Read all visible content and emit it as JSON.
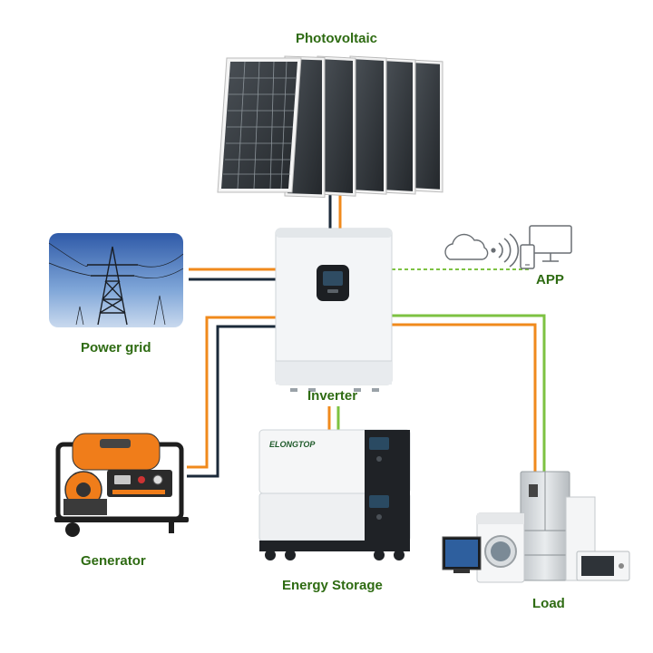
{
  "labels": {
    "photovoltaic": "Photovoltaic",
    "power_grid": "Power grid",
    "inverter": "Inverter",
    "app": "APP",
    "generator": "Generator",
    "energy_storage": "Energy Storage",
    "load": "Load"
  },
  "battery_brand": "ELONGTOP",
  "colors": {
    "label_green": "#2e6b12",
    "ac_orange": "#f08a1c",
    "dc_navy": "#1b2a3a",
    "load_green": "#7dc242",
    "wifi_dash": "#7dc242"
  },
  "icons": [
    "cloud-icon",
    "wifi-signal-icon",
    "phone-icon",
    "monitor-icon"
  ]
}
